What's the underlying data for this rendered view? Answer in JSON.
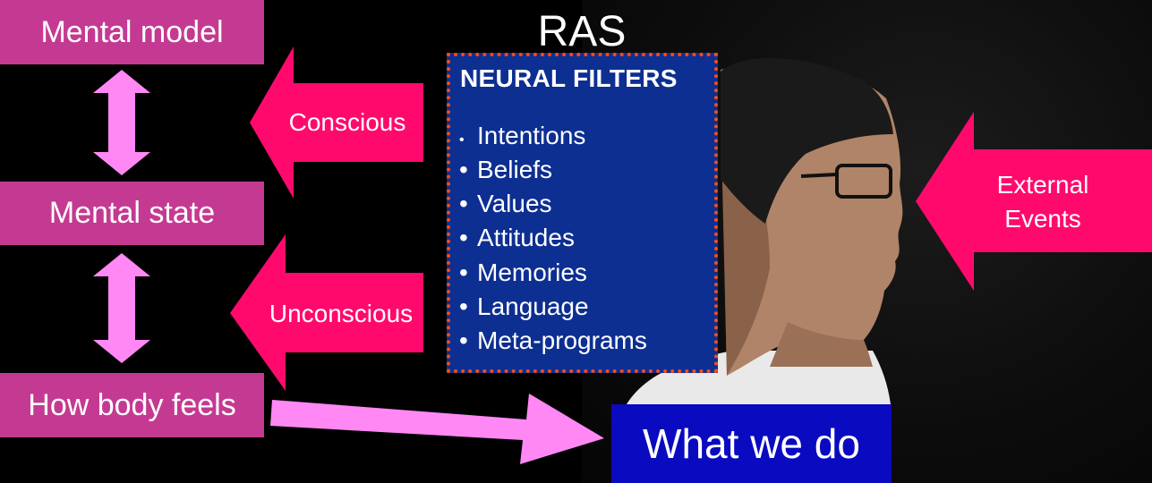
{
  "title": "RAS",
  "boxes": {
    "mental_model": "Mental model",
    "mental_state": "Mental state",
    "body_feels": "How body feels",
    "what_we_do": "What we do"
  },
  "filters": {
    "title": "NEURAL FILTERS",
    "items": [
      "Intentions",
      "Beliefs",
      "Values",
      "Attitudes",
      "Memories",
      "Language",
      "Meta-programs"
    ]
  },
  "arrows": {
    "conscious": "Conscious",
    "unconscious": "Unconscious",
    "external_line1": "External",
    "external_line2": "Events"
  },
  "colors": {
    "box_magenta": "#c43a92",
    "arrow_pink": "#ff0a6c",
    "light_pink": "#ff88f4",
    "filter_blue": "#0d2f91",
    "filter_border": "#ff4a17",
    "action_blue": "#0a0ac0"
  },
  "icons": {
    "portrait": "person-profile-image"
  }
}
